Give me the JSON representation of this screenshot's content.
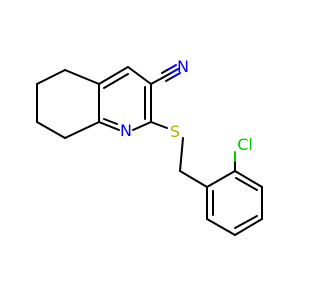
{
  "molecule": {
    "atom_labels": {
      "nitrile_n": "N",
      "ring_n": "N",
      "sulfur": "S",
      "chlorine": "Cl"
    },
    "colors": {
      "bond": "#000000",
      "nitrogen": "#0000ff",
      "sulfur": "#b2b200",
      "chlorine": "#00cc00",
      "background": "#ffffff"
    }
  }
}
